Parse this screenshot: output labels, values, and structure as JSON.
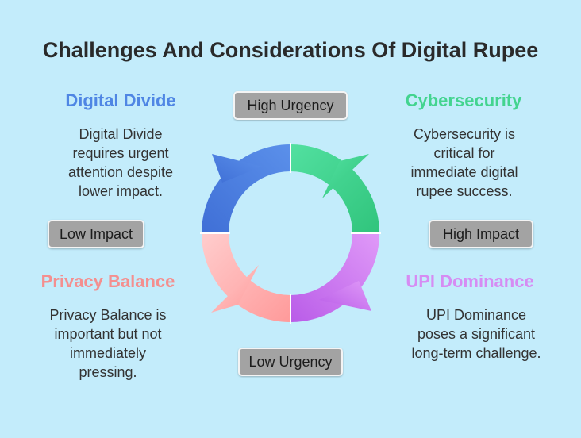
{
  "title": "Challenges And Considerations Of Digital Rupee",
  "quadrants": {
    "top_left": {
      "title": "Digital Divide",
      "desc": [
        "Digital Divide",
        "requires urgent",
        "attention despite",
        "lower impact."
      ],
      "color": "#4f86e4"
    },
    "top_right": {
      "title": "Cybersecurity",
      "desc": [
        "Cybersecurity is",
        "critical for",
        "immediate digital",
        "rupee success."
      ],
      "color": "#43d48f"
    },
    "bottom_left": {
      "title": "Privacy Balance",
      "desc": [
        "Privacy Balance is",
        "important but not",
        "immediately",
        "pressing."
      ],
      "color": "#f48f8f"
    },
    "bottom_right": {
      "title": "UPI Dominance",
      "desc": [
        "UPI Dominance",
        "poses a significant",
        "long-term challenge."
      ],
      "color": "#d68cf3"
    }
  },
  "axes": {
    "top": "High Urgency",
    "bottom": "Low Urgency",
    "left": "Low Impact",
    "right": "High Impact"
  },
  "segment_colors": {
    "top_left": "#4f82e0",
    "top_right": "#3fd38a",
    "bottom_right": "#cc6ef0",
    "bottom_left": "#ffaaaa"
  }
}
